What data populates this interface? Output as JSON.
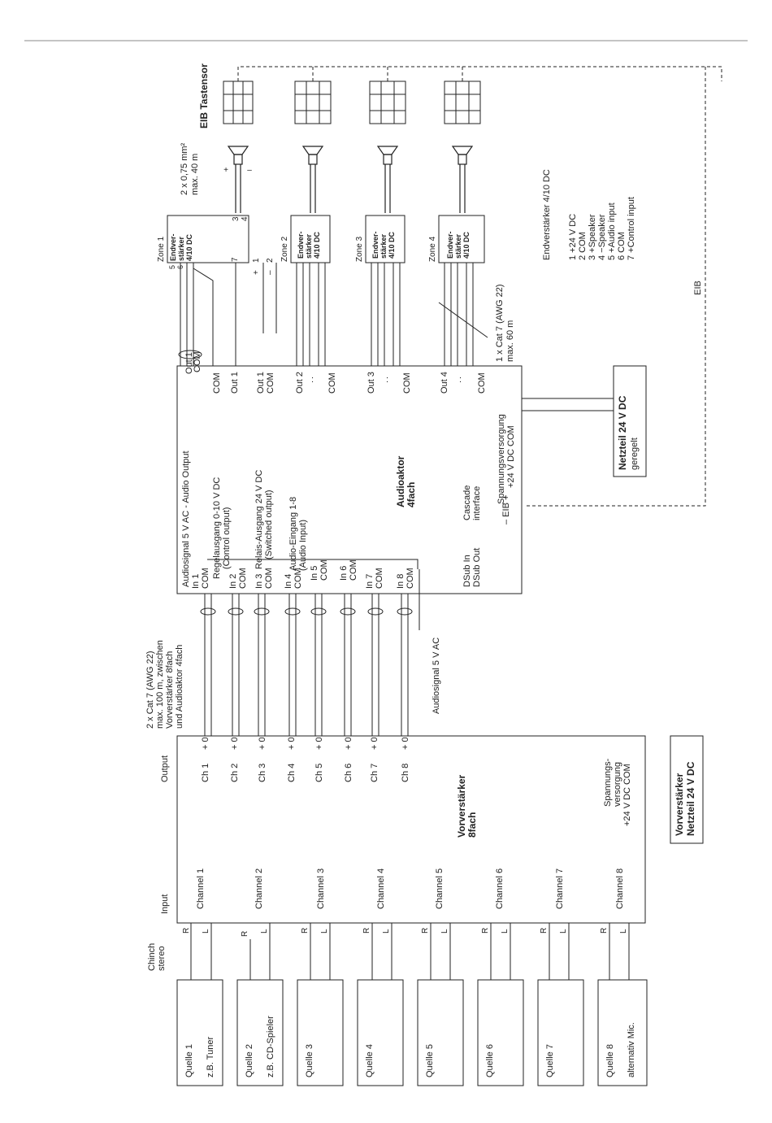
{
  "eib_tastensor": "EIB Tastensor",
  "eib": "EIB",
  "cable_speaker": {
    "l1": "2 x 0,75 mm²",
    "l2": "max. 40 m"
  },
  "cable_zone": {
    "l1": "1 x Cat 7 (AWG 22)",
    "l2": "max. 60 m"
  },
  "cable_main": {
    "l1": "2 x Cat 7 (AWG 22)",
    "l2": "max. 100 m, zwischen",
    "l3": "Vorverstärker 8fach",
    "l4": "und Audioaktor 4fach"
  },
  "audiosignal_5v": "Audiosignal 5 V AC",
  "zones": [
    "Zone 1",
    "Zone 2",
    "Zone 3",
    "Zone 4"
  ],
  "endverstaerker": {
    "l1": "Endver-",
    "l2": "stärker",
    "l3": "4/10 DC"
  },
  "amp_pins": {
    "p5": "5",
    "p6": "6",
    "p7": "7",
    "p1": "1",
    "p2": "2",
    "p3": "3",
    "p4": "4",
    "plus": "+",
    "minus": "–"
  },
  "legend": {
    "title": "Endverstärker 4/10 DC",
    "items": [
      "1    +24 V DC",
      "2    COM",
      "3    +Speaker",
      "4    −Speaker",
      "5    +Audio input",
      "6    COM",
      "7    +Control input"
    ]
  },
  "audioaktor": {
    "title1": "Audioaktor",
    "title2": "4fach",
    "audio_out": "Audiosignal 5 V AC - Audio Output",
    "regel1": "Regelausgang 0-10 V DC",
    "regel2": "(Control output)",
    "relais1": "Relais-Ausgang 24 V DC",
    "relais2": "(Switched output)",
    "eingang1": "Audio-Eingang 1-8",
    "eingang2": "(Audio Input)",
    "cascade1": "Cascade",
    "cascade2": "interface",
    "dsub_in": "DSub In",
    "dsub_out": "DSub Out",
    "eib_pm": "– EIB +",
    "supply": "Spannungsversorgung",
    "supply_v": "+24 V DC  COM",
    "out1": "Out 1",
    "com": "COM",
    "out2": "Out 2",
    "out3": "Out 3",
    "out4": "Out 4",
    "dots": ":",
    "inputs": [
      "In 1",
      "In 2",
      "In 3",
      "In 4",
      "In 5",
      "In 6",
      "In 7",
      "In 8"
    ]
  },
  "netzteil_top": {
    "l1": "Netzteil 24 V DC",
    "l2": "geregelt"
  },
  "netzteil_bottom": {
    "l1": "Vorverstärker",
    "l2": "Netzteil 24 V DC"
  },
  "vorverstaerker": {
    "title1": "Vorverstärker",
    "title2": "8fach",
    "output": "Output",
    "input": "Input",
    "ch_outputs": [
      "Ch 1",
      "Ch 2",
      "Ch 3",
      "Ch 4",
      "Ch 5",
      "Ch 6",
      "Ch 7",
      "Ch 8"
    ],
    "plus_zero": "+ 0",
    "channels": [
      "Channel 1",
      "Channel 2",
      "Channel 3",
      "Channel 4",
      "Channel 5",
      "Channel 6",
      "Channel 7",
      "Channel 8"
    ],
    "supply1": "Spannungs-",
    "supply2": "versorgung",
    "supply3": "+24 V DC  COM"
  },
  "chinch": {
    "l1": "Chinch",
    "l2": "stereo"
  },
  "rl": {
    "r": "R",
    "l": "L"
  },
  "sources": [
    {
      "name": "Quelle 1",
      "sub": "z.B. Tuner"
    },
    {
      "name": "Quelle 2",
      "sub": "z.B. CD-Spieler"
    },
    {
      "name": "Quelle 3",
      "sub": ""
    },
    {
      "name": "Quelle 4",
      "sub": ""
    },
    {
      "name": "Quelle 5",
      "sub": ""
    },
    {
      "name": "Quelle 6",
      "sub": ""
    },
    {
      "name": "Quelle 7",
      "sub": ""
    },
    {
      "name": "Quelle 8",
      "sub": "alternativ Mic."
    }
  ]
}
